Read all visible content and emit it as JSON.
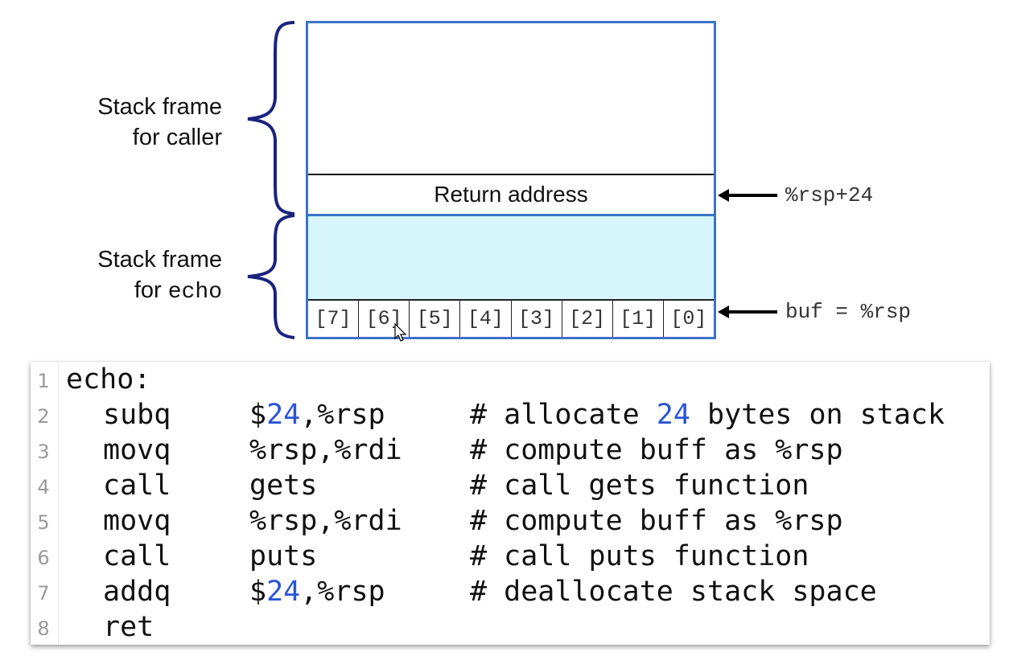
{
  "diagram": {
    "caller_label_line1": "Stack frame",
    "caller_label_line2": "for caller",
    "echo_label_line1": "Stack frame",
    "echo_label_prefix": "for ",
    "echo_label_code": "echo",
    "return_address": "Return address",
    "buffer_cells": [
      "[7]",
      "[6]",
      "[5]",
      "[4]",
      "[3]",
      "[2]",
      "[1]",
      "[0]"
    ],
    "pointer_rsp24": "%rsp+24",
    "pointer_buf": "buf = %rsp",
    "colors": {
      "frame_border": "#3b74c8",
      "echo_fill": "#d6f6fb",
      "brace": "#1a237e"
    }
  },
  "code": {
    "lines": [
      {
        "num": "1",
        "label": "echo:",
        "op": "",
        "arg_pre": "",
        "arg_num": "",
        "arg_post": "",
        "comment_pre": "",
        "comment_num": "",
        "comment_post": ""
      },
      {
        "num": "2",
        "label": "",
        "op": "subq",
        "arg_pre": "$",
        "arg_num": "24",
        "arg_post": ",%rsp",
        "comment_pre": "# allocate ",
        "comment_num": "24",
        "comment_post": " bytes on stack"
      },
      {
        "num": "3",
        "label": "",
        "op": "movq",
        "arg_pre": "%rsp,%rdi",
        "arg_num": "",
        "arg_post": "",
        "comment_pre": "# compute buff as %rsp",
        "comment_num": "",
        "comment_post": ""
      },
      {
        "num": "4",
        "label": "",
        "op": "call",
        "arg_pre": "gets",
        "arg_num": "",
        "arg_post": "",
        "comment_pre": "# call gets function",
        "comment_num": "",
        "comment_post": ""
      },
      {
        "num": "5",
        "label": "",
        "op": "movq",
        "arg_pre": "%rsp,%rdi",
        "arg_num": "",
        "arg_post": "",
        "comment_pre": "# compute buff as %rsp",
        "comment_num": "",
        "comment_post": ""
      },
      {
        "num": "6",
        "label": "",
        "op": "call",
        "arg_pre": "puts",
        "arg_num": "",
        "arg_post": "",
        "comment_pre": "# call puts function",
        "comment_num": "",
        "comment_post": ""
      },
      {
        "num": "7",
        "label": "",
        "op": "addq",
        "arg_pre": "$",
        "arg_num": "24",
        "arg_post": ",%rsp",
        "comment_pre": "# deallocate stack space",
        "comment_num": "",
        "comment_post": ""
      },
      {
        "num": "8",
        "label": "",
        "op": "ret",
        "arg_pre": "",
        "arg_num": "",
        "arg_post": "",
        "comment_pre": "",
        "comment_num": "",
        "comment_post": ""
      }
    ],
    "colors": {
      "number_literal": "#2a55d6",
      "line_number": "#9a9a9a"
    }
  }
}
